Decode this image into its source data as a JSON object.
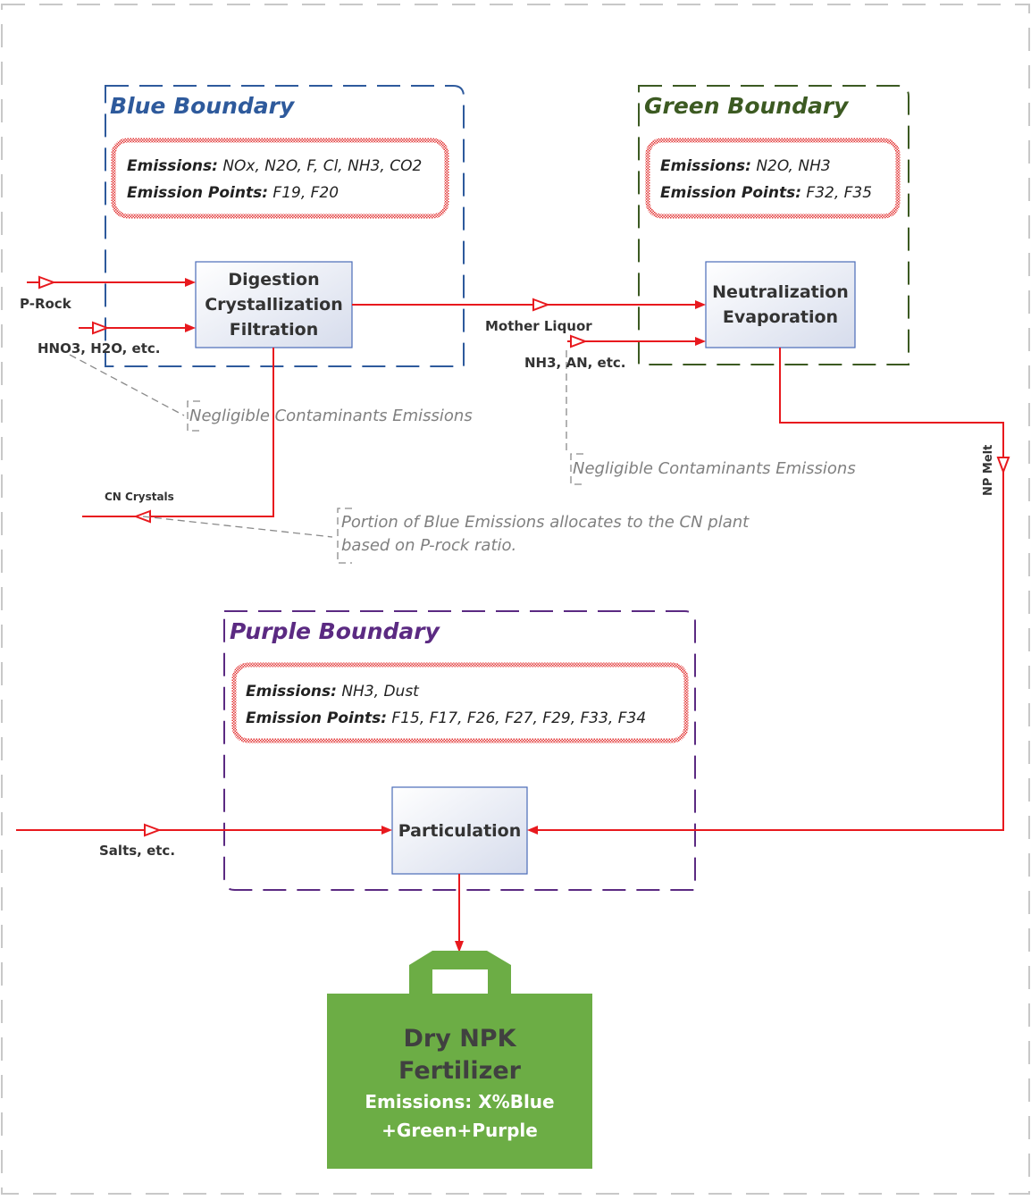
{
  "colors": {
    "blue": "#2e5a9c",
    "green": "#3c5a22",
    "purple": "#5b2a82",
    "flow": "#e8191e",
    "note": "#8a8a8a",
    "bag": "#6cad45",
    "bag_text_dark": "#404040",
    "bag_text_light": "#ffffff"
  },
  "boundaries": {
    "blue": {
      "title": "Blue Boundary",
      "emissions_label": "Emissions:",
      "emissions_value": " NOx, N2O, F, Cl, NH3, CO2",
      "points_label": "Emission Points:",
      "points_value": " F19, F20"
    },
    "green": {
      "title": "Green Boundary",
      "emissions_label": "Emissions:",
      "emissions_value": " N2O, NH3",
      "points_label": "Emission Points:",
      "points_value": "  F32, F35"
    },
    "purple": {
      "title": "Purple Boundary",
      "emissions_label": "Emissions:",
      "emissions_value": " NH3, Dust",
      "points_label": "Emission Points:",
      "points_value": " F15, F17, F26, F27, F29, F33, F34"
    }
  },
  "processes": {
    "digestion": [
      "Digestion",
      "Crystallization",
      "Filtration"
    ],
    "neutralization": [
      "Neutralization",
      "Evaporation"
    ],
    "particulation": "Particulation"
  },
  "flows": {
    "p_rock": "P-Rock",
    "hno3": "HNO3, H2O, etc.",
    "mother_liquor": "Mother Liquor",
    "nh3_an": "NH3, AN, etc.",
    "cn_crystals": "CN Crystals",
    "np_melt": "NP Melt",
    "salts": "Salts, etc."
  },
  "notes": {
    "negligible_1": "Negligible Contaminants Emissions",
    "negligible_2": "Negligible Contaminants Emissions",
    "portion_line1": "Portion of Blue Emissions allocates to the CN plant",
    "portion_line2": "based on P-rock ratio."
  },
  "product": {
    "line1": "Dry NPK",
    "line2": "Fertilizer",
    "line3": "Emissions: X%Blue",
    "line4": "+Green+Purple"
  }
}
